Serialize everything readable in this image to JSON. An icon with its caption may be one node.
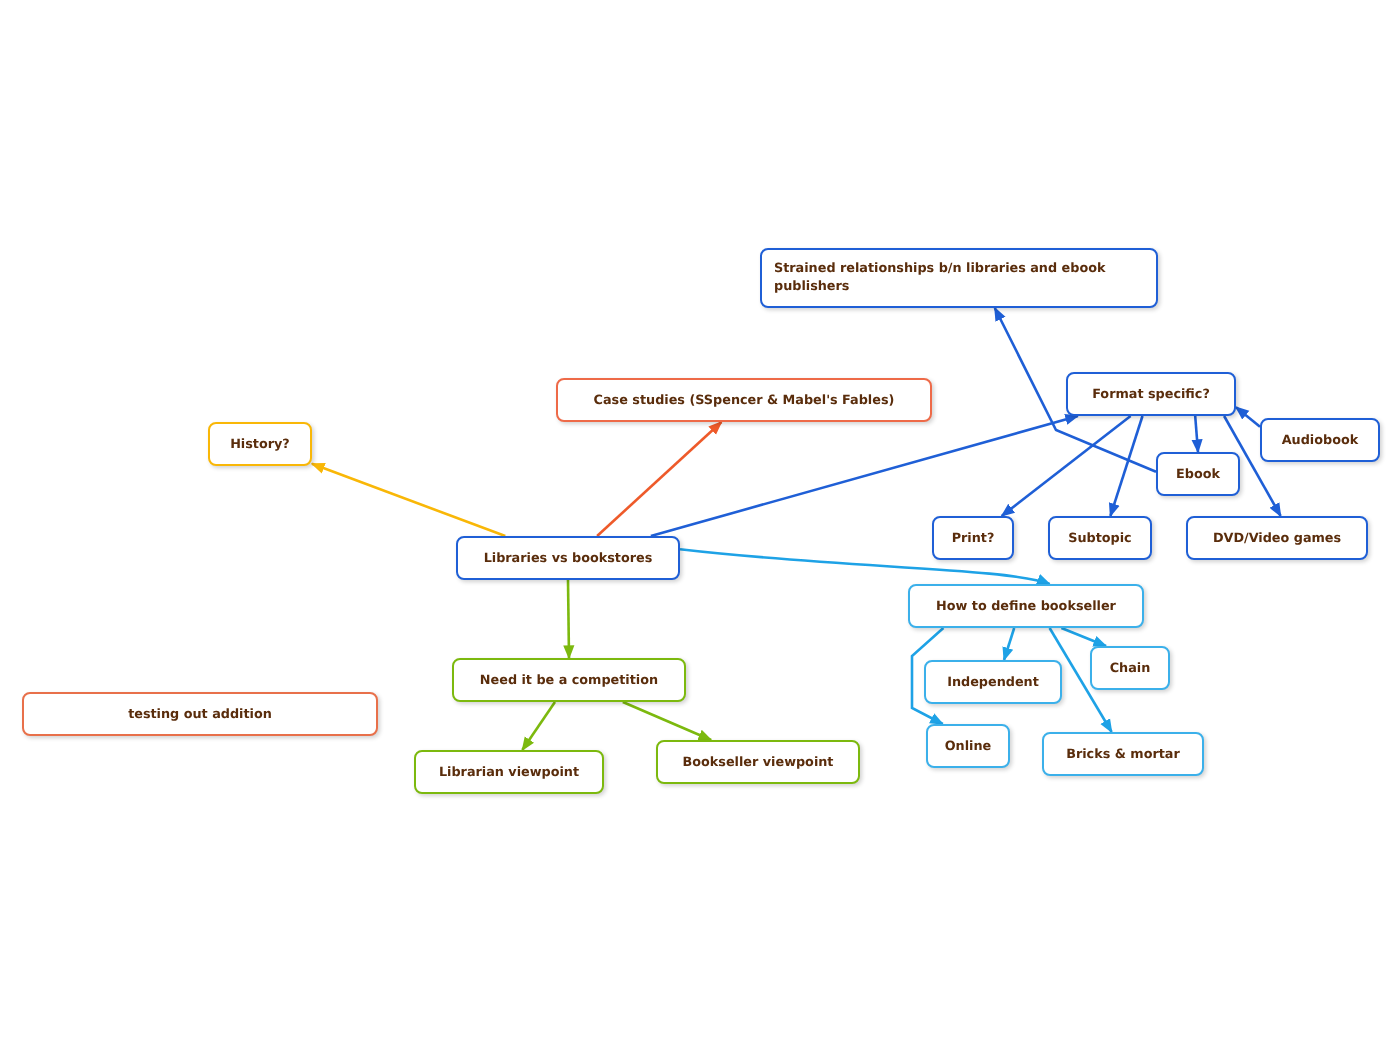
{
  "diagram": {
    "nodes": [
      {
        "text": [
          "Libraries vs bookstores"
        ]
      },
      {
        "text": [
          "History?"
        ]
      },
      {
        "text": [
          "Case studies (SSpencer & Mabel's Fables)"
        ]
      },
      {
        "text": [
          "Strained relationships b/n libraries and ebook publishers"
        ]
      },
      {
        "text": [
          "Format specific?"
        ]
      },
      {
        "text": [
          "Audiobook"
        ]
      },
      {
        "text": [
          "Ebook"
        ]
      },
      {
        "text": [
          "Print?"
        ]
      },
      {
        "text": [
          "Subtopic"
        ]
      },
      {
        "text": [
          "DVD/Video games"
        ]
      },
      {
        "text": [
          "How to define bookseller"
        ]
      },
      {
        "text": [
          "Chain"
        ]
      },
      {
        "text": [
          "Independent"
        ]
      },
      {
        "text": [
          "Online"
        ]
      },
      {
        "text": [
          "Bricks & mortar"
        ]
      },
      {
        "text": [
          "Need it be a competition"
        ]
      },
      {
        "text": [
          "Librarian viewpoint"
        ]
      },
      {
        "text": [
          "Bookseller viewpoint"
        ]
      },
      {
        "text": [
          "testing out addition"
        ]
      }
    ],
    "edges": [
      {
        "from": 0,
        "to": 1,
        "arrow": "to",
        "color": "#f9b707"
      },
      {
        "from": 0,
        "to": 2,
        "arrow": "to",
        "color": "#ee5a2a"
      },
      {
        "from": 0,
        "to": 4,
        "arrow": "to"
      },
      {
        "from": 0,
        "to": 10,
        "arrow": "to",
        "color": "#1ea2e6"
      },
      {
        "from": 0,
        "to": 15,
        "arrow": "to",
        "color": "#7cb90e"
      },
      {
        "from": 6,
        "to": 3,
        "arrow": "to"
      },
      {
        "from": 5,
        "to": 4,
        "arrow": "to"
      },
      {
        "from": 4,
        "to": 6,
        "arrow": "to"
      },
      {
        "from": 4,
        "to": 7,
        "arrow": "to"
      },
      {
        "from": 4,
        "to": 8,
        "arrow": "to"
      },
      {
        "from": 4,
        "to": 9,
        "arrow": "to"
      },
      {
        "from": 10,
        "to": 11,
        "arrow": "to",
        "color": "#1ea2e6"
      },
      {
        "from": 10,
        "to": 12,
        "arrow": "to",
        "color": "#1ea2e6"
      },
      {
        "from": 10,
        "to": 13,
        "arrow": "to",
        "color": "#1ea2e6"
      },
      {
        "from": 10,
        "to": 14,
        "arrow": "to",
        "color": "#1ea2e6"
      },
      {
        "from": 15,
        "to": 16,
        "arrow": "to",
        "color": "#7cb90e"
      },
      {
        "from": 15,
        "to": 17,
        "arrow": "to",
        "color": "#7cb90e"
      }
    ]
  }
}
